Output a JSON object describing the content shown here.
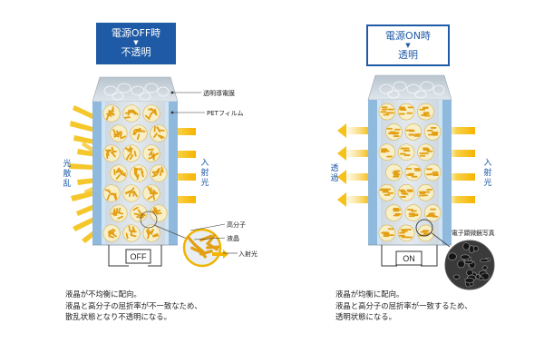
{
  "left": {
    "header_line1": "電源OFF時",
    "header_arrow": "▼",
    "header_line2": "不透明",
    "side_label": [
      "光",
      "散",
      "乱"
    ],
    "incident_label": [
      "入",
      "射",
      "光"
    ],
    "switch_label": "OFF",
    "caption": [
      "液晶が不均衡に配向。",
      "液晶と高分子の屈折率が不一致なため、",
      "散乱状態となり不透明になる。"
    ]
  },
  "right": {
    "header_line1": "電源ON時",
    "header_arrow": "▼",
    "header_line2": "透明",
    "side_label": [
      "透",
      "過"
    ],
    "incident_label": [
      "入",
      "射",
      "光"
    ],
    "switch_label": "ON",
    "caption": [
      "液晶が均衡に配向。",
      "液晶と高分子の屈折率が一致するため、",
      "透明状態になる。"
    ]
  },
  "labels": {
    "transparent_electrode": "透明導電膜",
    "pet_film": "PETフィルム",
    "polymer": "高分子",
    "liquid_crystal": "液晶",
    "incident_light": "入射光",
    "sem_photo": "電子顕微鏡写真"
  },
  "colors": {
    "header_blue": "#1f5aa6",
    "label_blue": "#1f5aa6",
    "light_yellow": "#f6c21a",
    "lc_gold": "#e8a820",
    "electrode_blue": "#9cc8ea"
  }
}
